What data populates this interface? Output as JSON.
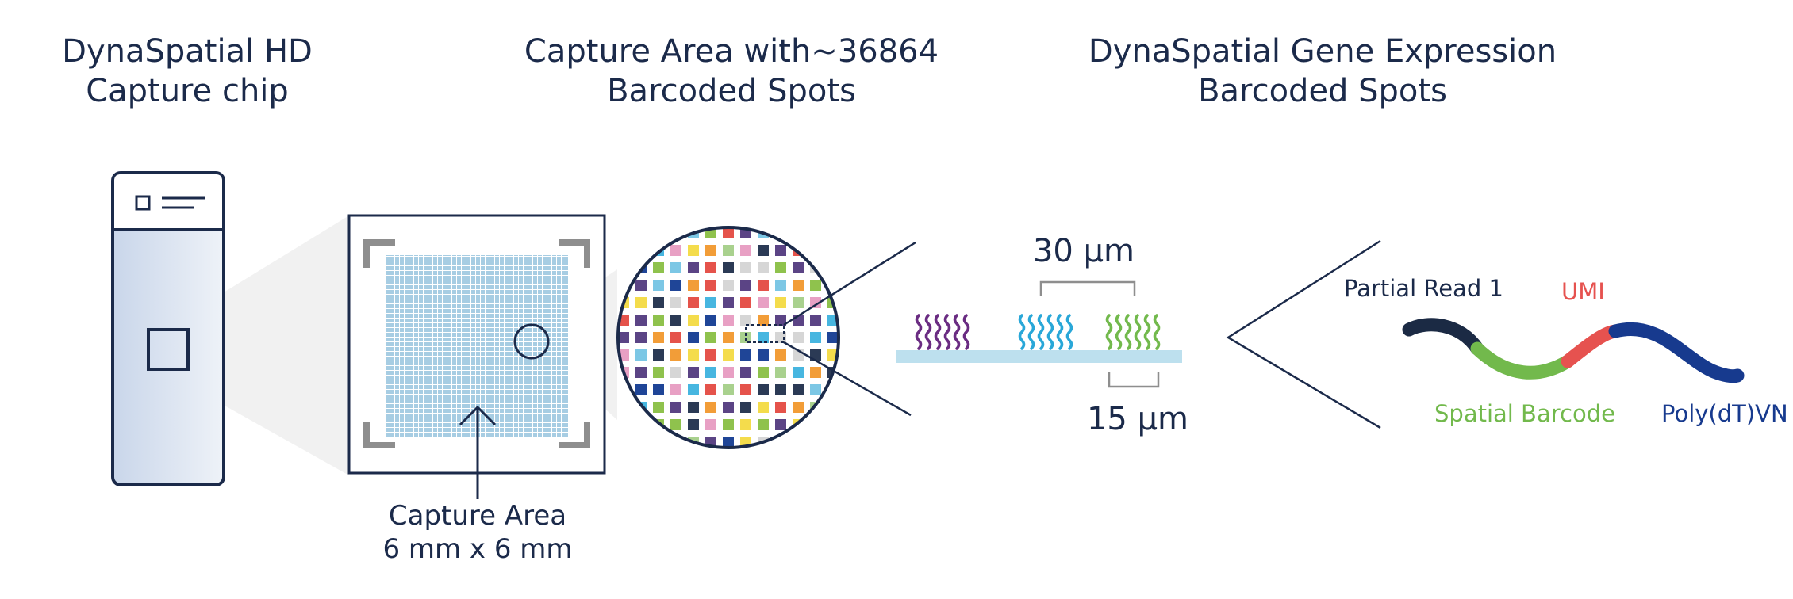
{
  "titles": {
    "chip": [
      "DynaSpatial HD",
      "Capture chip"
    ],
    "capture_area": [
      "Capture Area with~36864",
      "Barcoded Spots"
    ],
    "gene_expression": [
      "DynaSpatial Gene Expression",
      "Barcoded Spots"
    ]
  },
  "capture_area_label": [
    "Capture Area",
    "6 mm x 6 mm"
  ],
  "spacing": {
    "top": "30 µm",
    "bottom": "15 µm"
  },
  "oligo": {
    "partial_read": "Partial Read 1",
    "umi": "UMI",
    "spatial_barcode": "Spatial Barcode",
    "polydt": "Poly(dT)VN"
  },
  "colors": {
    "navy": "#1b2a4a",
    "frame_gray": "#8e8e8e",
    "grid_blue": "#a7cde3",
    "bar_blue": "#bde0ee",
    "cone_gray": "#f1f1f1",
    "purple": "#6a2c82",
    "cyan": "#29a7d8",
    "green": "#72b94c",
    "umi_red": "#e6524f",
    "polydt_blue": "#173a8e",
    "read1_dark": "#1b2a44"
  },
  "spot_palette": [
    "#2b3a55",
    "#8fc24d",
    "#e5534b",
    "#f29d38",
    "#f4dc4c",
    "#5b4485",
    "#7cc7e5",
    "#e8a0c4",
    "#1f4597",
    "#a9d18e",
    "#47b6e0",
    "#d6d6d6"
  ]
}
